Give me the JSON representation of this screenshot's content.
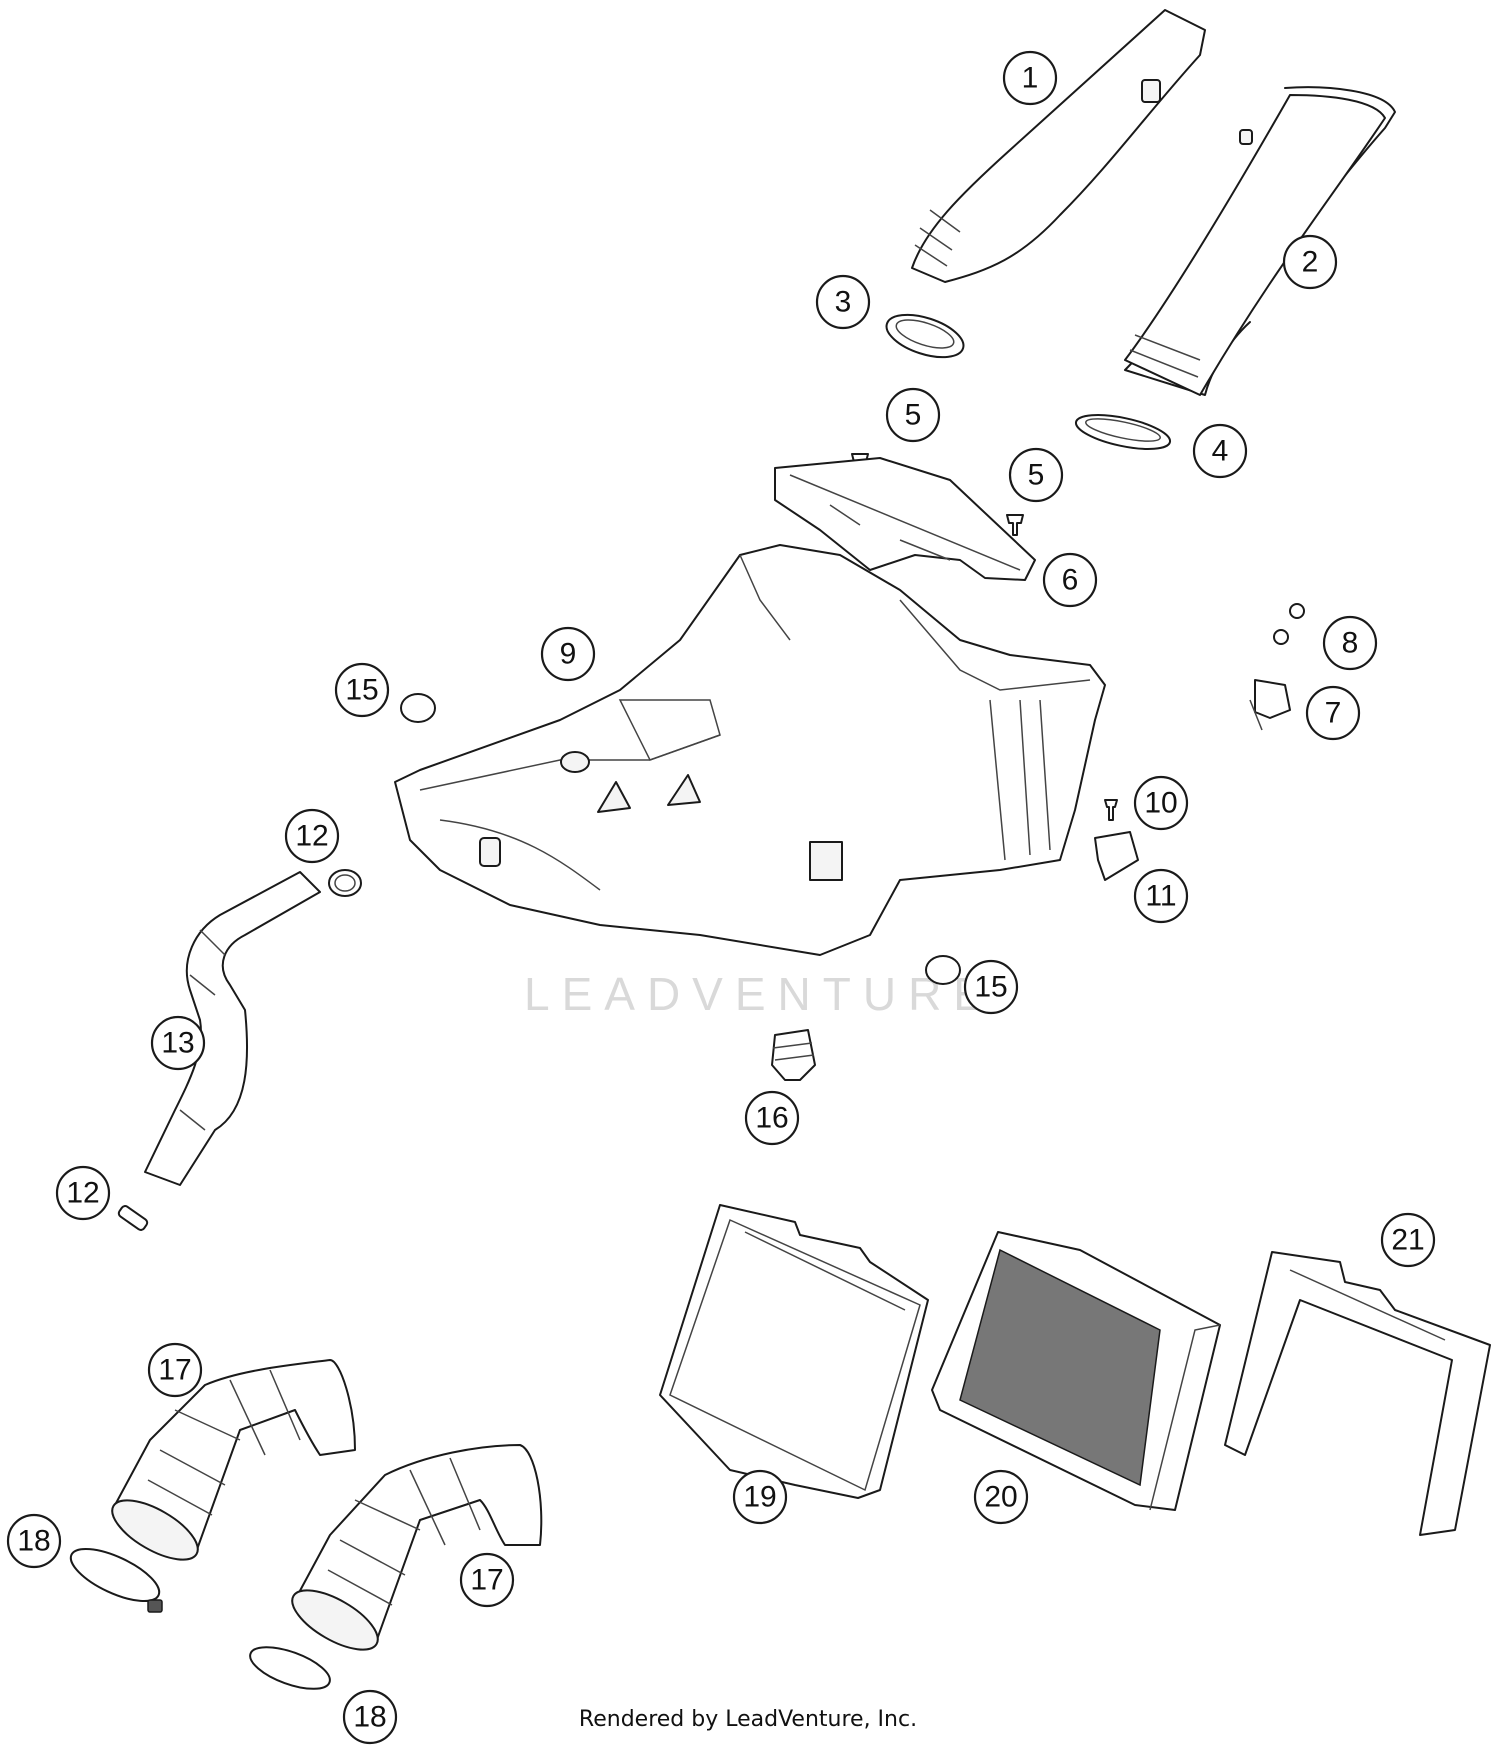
{
  "callouts": [
    {
      "label": "1"
    },
    {
      "label": "2"
    },
    {
      "label": "3"
    },
    {
      "label": "4"
    },
    {
      "label": "5"
    },
    {
      "label": "5"
    },
    {
      "label": "6"
    },
    {
      "label": "7"
    },
    {
      "label": "8"
    },
    {
      "label": "9"
    },
    {
      "label": "10"
    },
    {
      "label": "11"
    },
    {
      "label": "12"
    },
    {
      "label": "12"
    },
    {
      "label": "13"
    },
    {
      "label": "15"
    },
    {
      "label": "15"
    },
    {
      "label": "16"
    },
    {
      "label": "17"
    },
    {
      "label": "17"
    },
    {
      "label": "18"
    },
    {
      "label": "18"
    },
    {
      "label": "19"
    },
    {
      "label": "20"
    },
    {
      "label": "21"
    }
  ],
  "watermark": "LEADVENTURE",
  "credit": "Rendered by LeadVenture, Inc."
}
